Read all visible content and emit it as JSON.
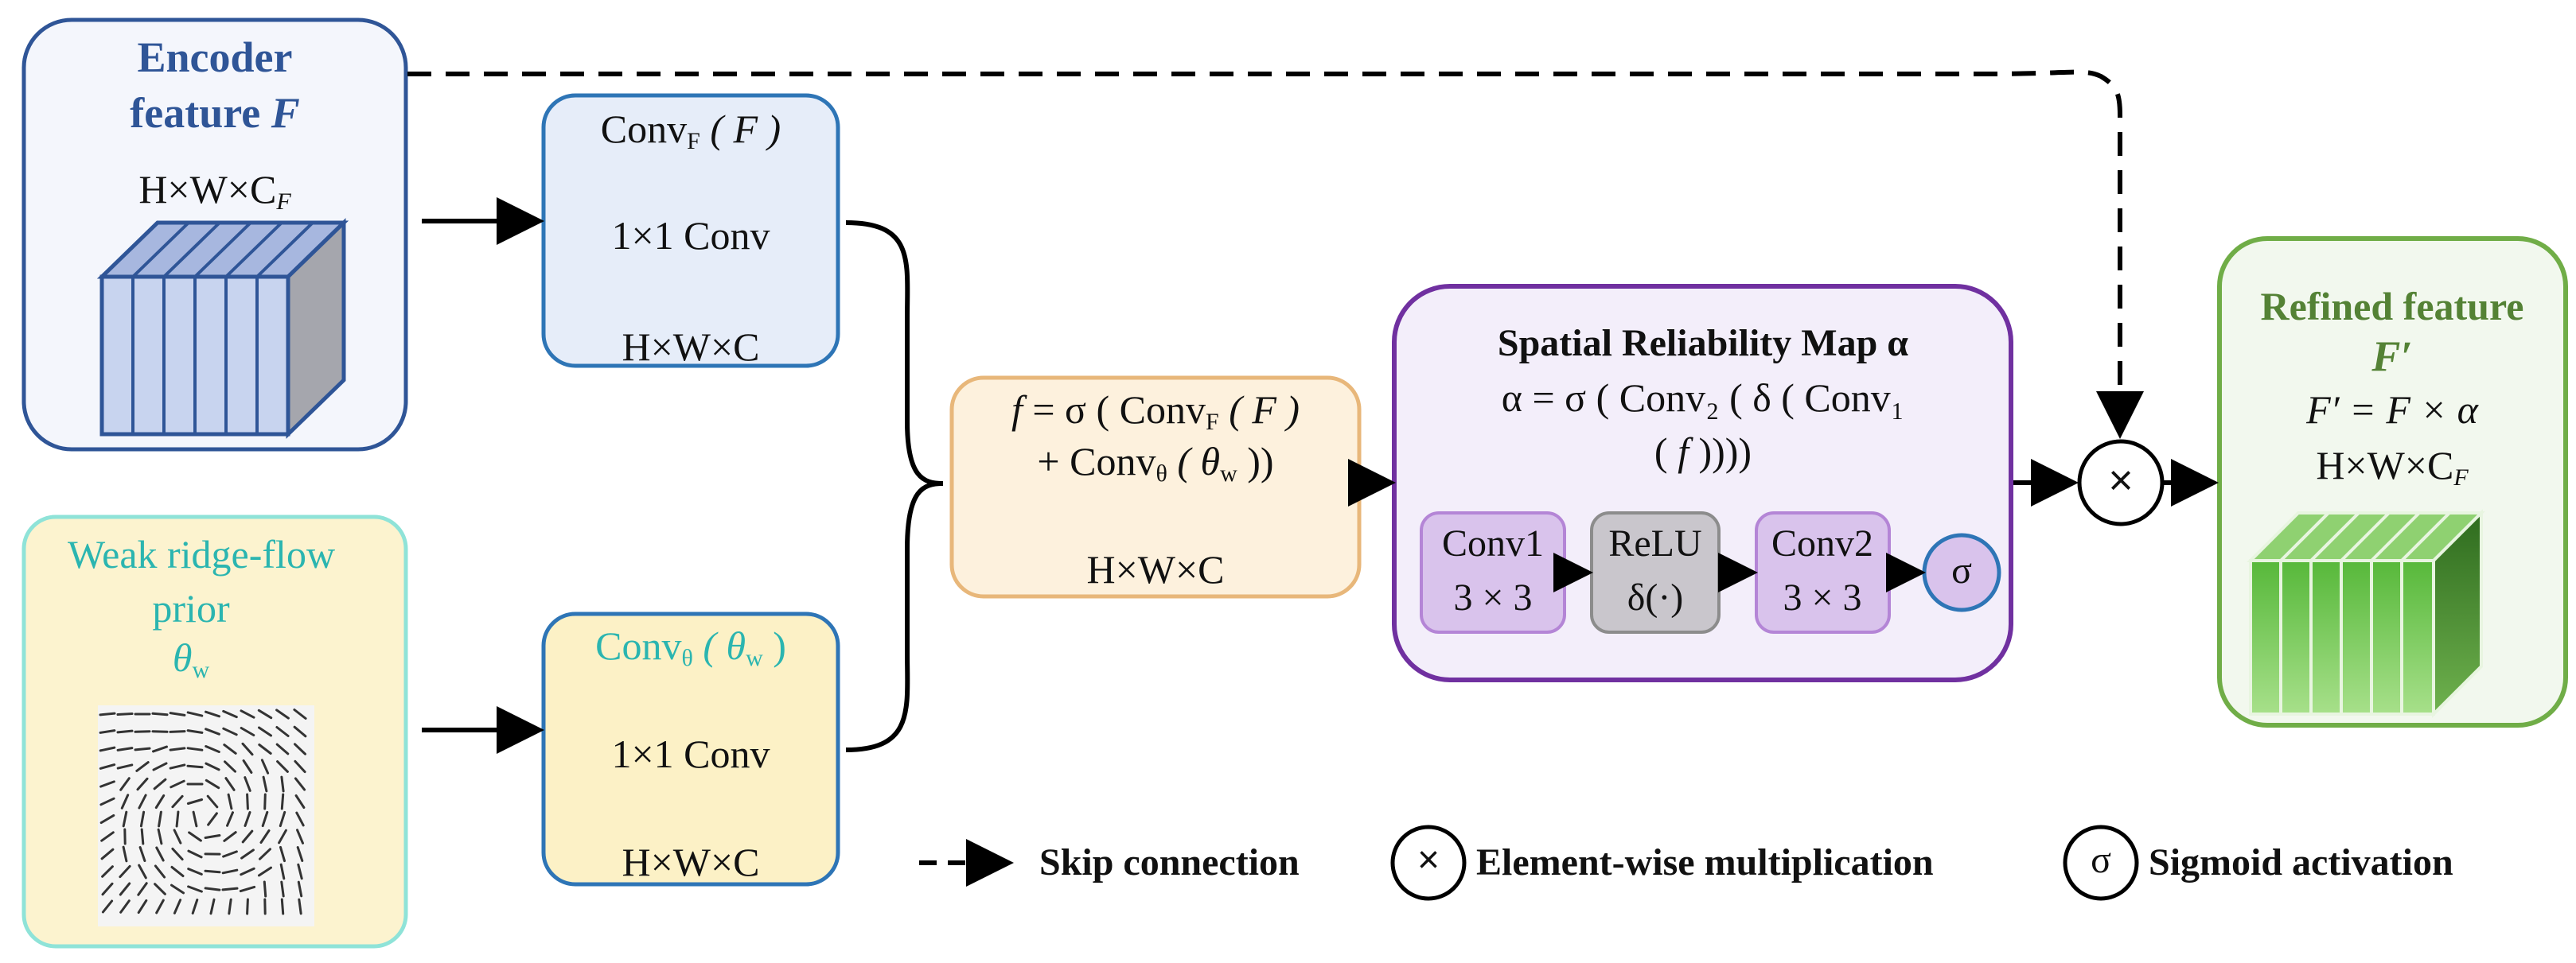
{
  "encoder": {
    "title_line1": "Encoder",
    "title_line2": "feature",
    "symbol": "F",
    "shape_main": "H×W×C",
    "shape_sub": "F"
  },
  "prior": {
    "title_line1": "Weak ridge-flow",
    "title_line2": "prior",
    "symbol_main": "θ",
    "symbol_sub": "w"
  },
  "conv_f": {
    "title_main": "Conv",
    "title_sub": "F",
    "title_arg": "( F )",
    "op": "1×1 Conv",
    "shape": "H×W×C"
  },
  "conv_theta": {
    "title_main": "Conv",
    "title_sub": "θ",
    "title_arg": "( θ",
    "title_arg_sub": "w",
    "title_close": " )",
    "op": "1×1 Conv",
    "shape": "H×W×C"
  },
  "fusion": {
    "line1_a": "f",
    "line1_b": " = σ ( Conv",
    "line1_sub": "F",
    "line1_c": " ( F )",
    "line2_a": "+ Conv",
    "line2_sub": "θ",
    "line2_b": " ( θ",
    "line2_sub2": "w",
    "line2_c": " ))",
    "shape": "H×W×C"
  },
  "srm": {
    "title": "Spatial Reliability Map α",
    "formula_line1": "α = σ ( Conv₂ ( δ ( Conv₁",
    "formula_line2_a": "( ",
    "formula_line2_f": "f",
    "formula_line2_b": " ))))",
    "conv1_line1": "Conv1",
    "conv1_line2": "3 × 3",
    "relu_line1": "ReLU",
    "relu_line2": "δ(·)",
    "conv2_line1": "Conv2",
    "conv2_line2": "3 × 3",
    "sigma": "σ"
  },
  "multiply": {
    "symbol": "×"
  },
  "refined": {
    "title_line1": "Refined feature",
    "symbol": "F′",
    "formula": "F′ = F × α",
    "shape_main": "H×W×C",
    "shape_sub": "F"
  },
  "legend": {
    "skip_label": "Skip connection",
    "mult_symbol": "×",
    "mult_label": "Element-wise multiplication",
    "sigmoid_symbol": "σ",
    "sigmoid_label": "Sigmoid activation"
  },
  "colors": {
    "encoder_border": "#2f5597",
    "encoder_fill": "#f4f6fc",
    "prior_border": "#8fe3d8",
    "prior_fill": "#fcf3cf",
    "conv_f_fill": "#e6edf9",
    "conv_theta_fill": "#fcf1c6",
    "conv_border": "#2e75b6",
    "fusion_border": "#e8b77a",
    "fusion_fill": "#fdf1dd",
    "srm_border": "#7030a0",
    "srm_fill": "#f3eefa",
    "inner_conv_fill": "#d9c3ec",
    "inner_conv_border": "#b485d6",
    "relu_fill": "#c9c6cc",
    "relu_border": "#8c8c8c",
    "refined_border": "#70ad47",
    "refined_fill": "#f2f8ee",
    "teal_text": "#2bb5b0",
    "green_text": "#548235",
    "blue_text": "#2f5597"
  }
}
